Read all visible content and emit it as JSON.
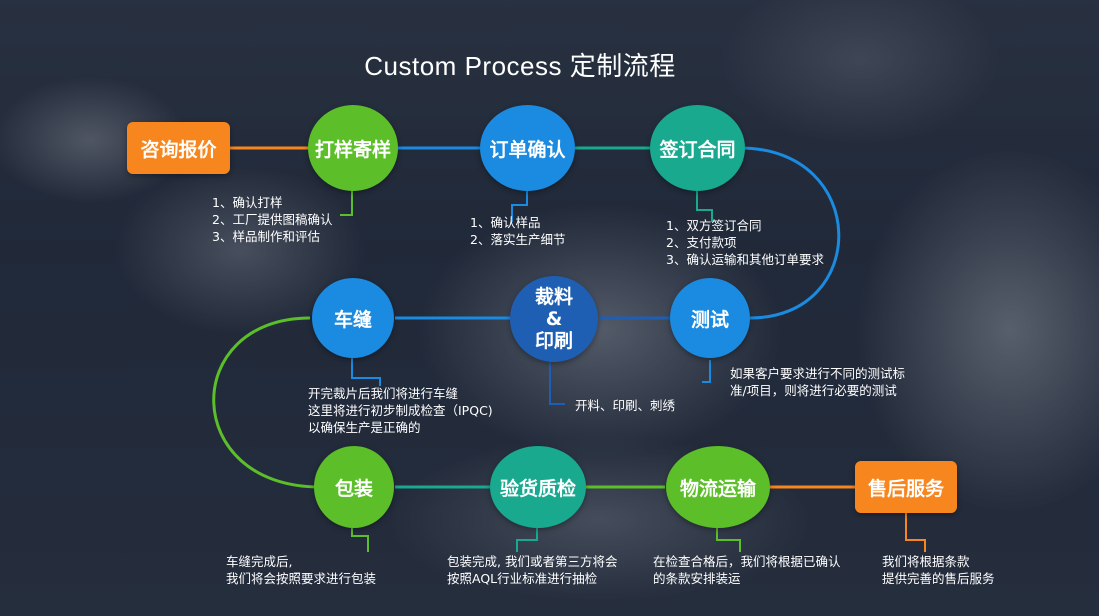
{
  "title": "Custom Process 定制流程",
  "colors": {
    "green": "#5cbf2a",
    "blue": "#1a8be0",
    "teal": "#18a98f",
    "orange": "#f7861e",
    "navy": "#1f5fb3"
  },
  "steps": {
    "inquiry": "咨询报价",
    "sample": "打样寄样",
    "order": "订单确认",
    "contract": "签订合同",
    "testing": "测试",
    "cutting": [
      "裁料",
      "&",
      "印刷"
    ],
    "sewing": "车缝",
    "packing": "包装",
    "inspection": "验货质检",
    "logistics": "物流运输",
    "aftersales": "售后服务"
  },
  "notes": {
    "sample": [
      "1、确认打样",
      "2、工厂提供图稿确认",
      "3、样品制作和评估"
    ],
    "order": [
      "1、确认样品",
      "2、落实生产细节"
    ],
    "contract": [
      "1、双方签订合同",
      "2、支付款项",
      "3、确认运输和其他订单要求"
    ],
    "testing": [
      "如果客户要求进行不同的测试标",
      "准/项目，则将进行必要的测试"
    ],
    "cutting": [
      "开料、印刷、刺绣"
    ],
    "sewing": [
      "开完裁片后我们将进行车缝",
      "这里将进行初步制成检查（IPQC)",
      "以确保生产是正确的"
    ],
    "packing": [
      "车缝完成后,",
      "我们将会按照要求进行包装"
    ],
    "inspection": [
      "包装完成, 我们或者第三方将会",
      "按照AQL行业标准进行抽检"
    ],
    "logistics": [
      "在检查合格后，我们将根据已确认",
      "的条款安排装运"
    ],
    "aftersales": [
      "我们将根据条款",
      "提供完善的售后服务"
    ]
  }
}
